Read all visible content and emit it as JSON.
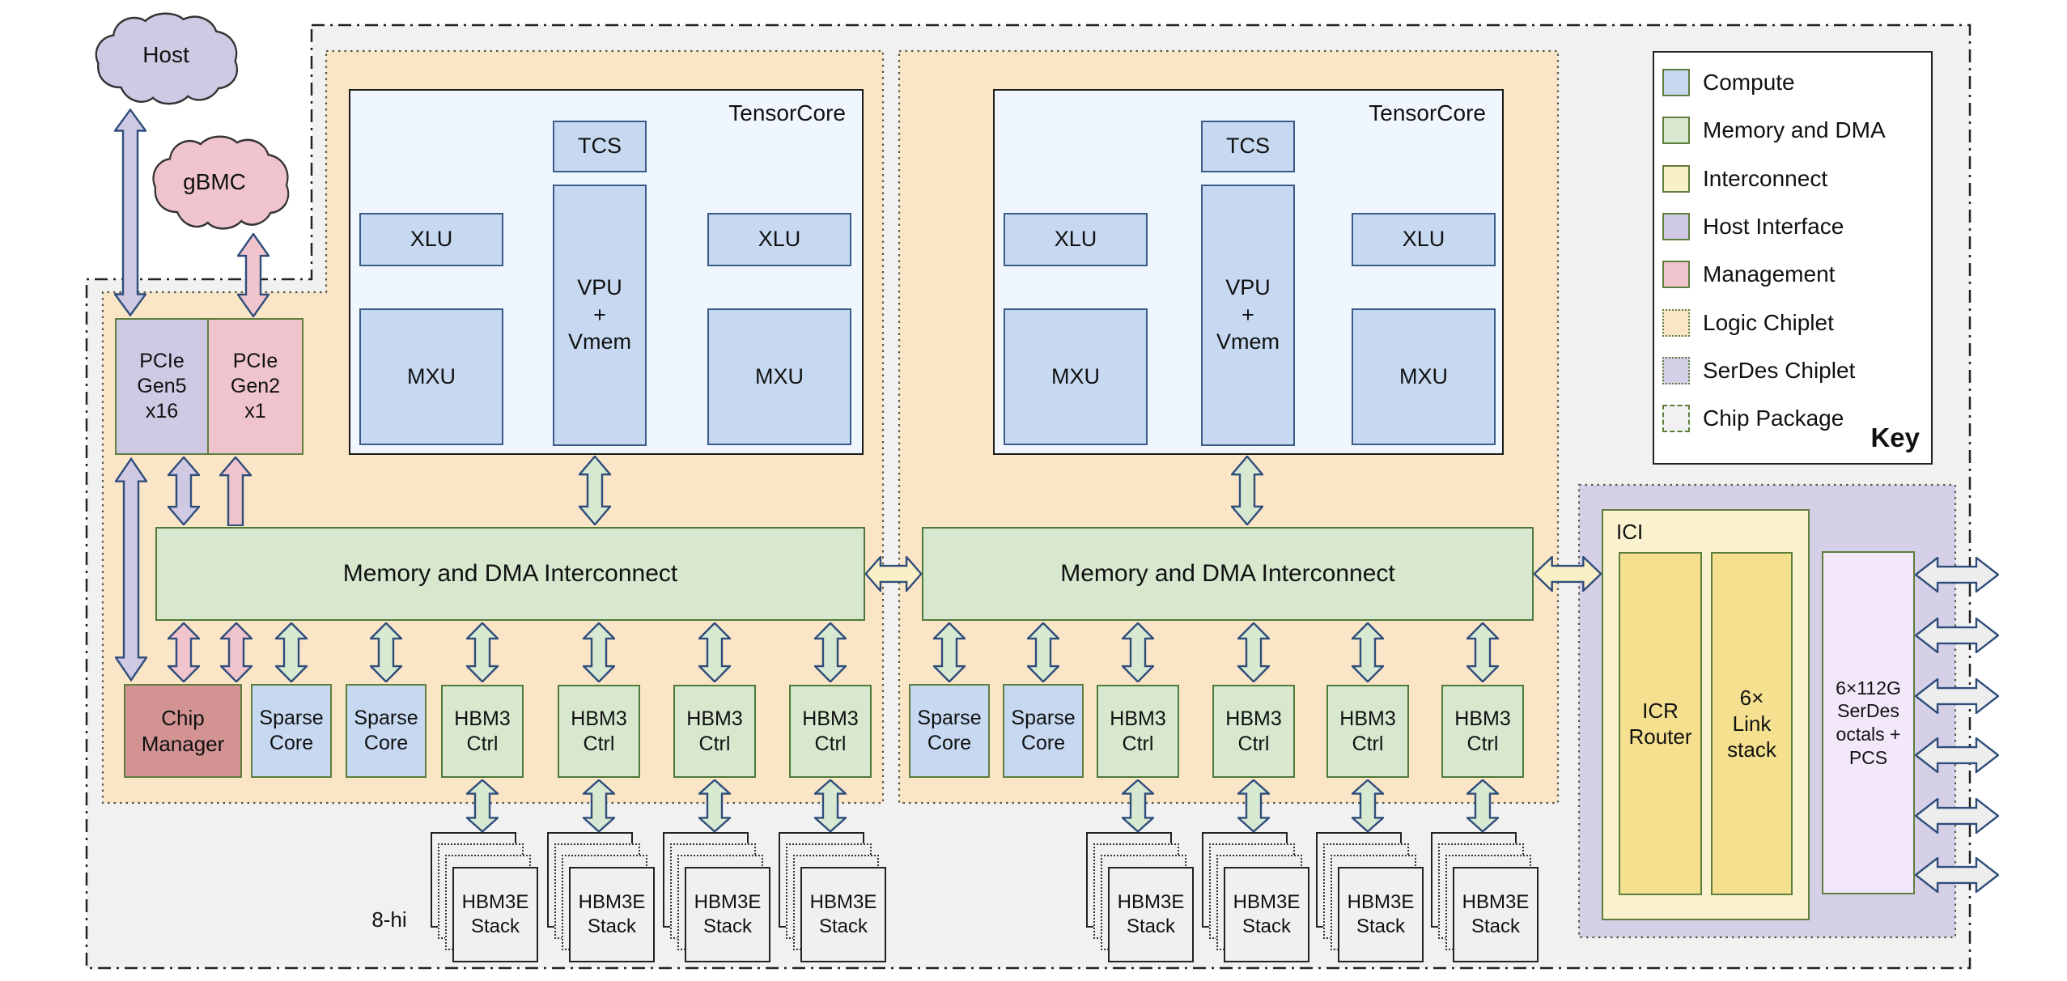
{
  "palette": {
    "compute": "#C6D9F1",
    "memory": "#D7E8CF",
    "interconnect": "#FAF0C6",
    "host-interface": "#CFC9E4",
    "management": "#F0C4CC",
    "logic-chiplet": "#FAE5C7",
    "serdes-chiplet": "#D5CFE7",
    "package": "#F1F1F2",
    "chip-manager": "#D39393",
    "tc-fill": "#F0F6FD",
    "ici-outer": "#FAF2CF",
    "ici-inner": "#F5E08F",
    "serdes-box": "#F3E7FA",
    "stack-fill": "#F0F0F0",
    "arrow-green": "#D8E9D2",
    "arrow-blue": "#C6D9F1",
    "arrow-purple": "#CFC9E4",
    "arrow-pink": "#F0C4CC",
    "arrow-yellow": "#FAF0C6",
    "arrow-gray": "#EDEDEE",
    "arrow-outline": "#2F4D7B",
    "border-olive": "#5E7E3C",
    "border-blue": "#3B5B88",
    "border-green": "#4E7A3A",
    "border-dark": "#1a1a1a",
    "pkg-border": "#222222",
    "chiplet-border": "#55584A"
  },
  "clouds": {
    "host": "Host",
    "gbmc": "gBMC"
  },
  "pcie": {
    "gen5": "PCIe\nGen5\nx16",
    "gen2": "PCIe\nGen2\nx1"
  },
  "labels": {
    "tensorcore": "TensorCore",
    "tcs": "TCS",
    "vpu": "VPU\n+\nVmem",
    "xlu": "XLU",
    "mxu": "MXU",
    "interconnect": "Memory and DMA Interconnect",
    "chip_manager": "Chip\nManager",
    "sparse_core": "Sparse\nCore",
    "hbm_ctrl": "HBM3\nCtrl",
    "hbm_stack": "HBM3E\nStack",
    "eight_hi": "8-hi",
    "ici": "ICI",
    "icr_router": "ICR\nRouter",
    "link_stack": "6×\nLink\nstack",
    "serdes": "6×112G\nSerDes\noctals +\nPCS"
  },
  "key": {
    "title": "Key",
    "items": [
      {
        "label": "Compute",
        "color": "#C6D9F1",
        "border": "solid"
      },
      {
        "label": "Memory and DMA",
        "color": "#D7E8CF",
        "border": "solid"
      },
      {
        "label": "Interconnect",
        "color": "#FAF0C6",
        "border": "solid"
      },
      {
        "label": "Host Interface",
        "color": "#CFC9E4",
        "border": "solid"
      },
      {
        "label": "Management",
        "color": "#F0C4CC",
        "border": "solid"
      },
      {
        "label": "Logic Chiplet",
        "color": "#FAE5C7",
        "border": "dotted"
      },
      {
        "label": "SerDes Chiplet",
        "color": "#D5CFE7",
        "border": "dotted"
      },
      {
        "label": "Chip Package",
        "color": "#F1F1F2",
        "border": "dashdot"
      }
    ]
  }
}
